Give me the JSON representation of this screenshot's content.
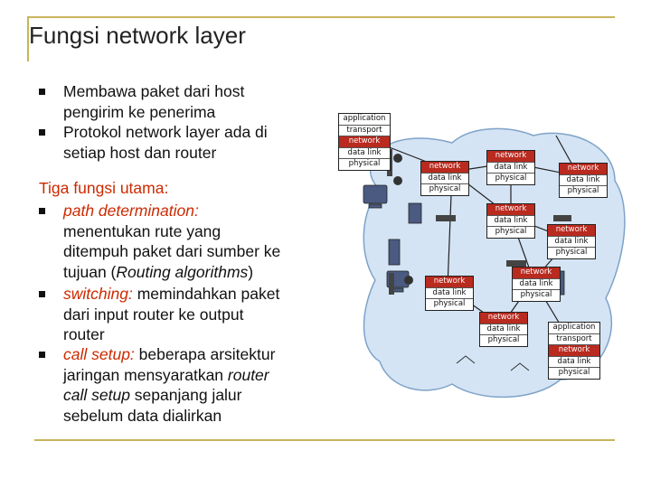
{
  "title": "Fungsi network layer",
  "bullets_top": [
    {
      "line1": "Membawa paket dari host",
      "line2": "pengirim ke penerima"
    },
    {
      "line1": "Protokol network layer ada di",
      "line2": "setiap host dan router"
    }
  ],
  "subheading": "Tiga fungsi utama:",
  "functions": [
    {
      "term": "path determination:",
      "lines": [
        "menentukan rute yang",
        "ditempuh paket dari sumber ke"
      ],
      "last_pre": "tujuan (",
      "last_italic": "Routing algorithms",
      "last_post": ")"
    },
    {
      "term": "switching:",
      "after": " memindahkan paket",
      "lines": [
        "dari input router ke output",
        "router"
      ]
    },
    {
      "term": "call setup:",
      "after": " beberapa arsitektur",
      "line2_pre": "jaringan mensyaratkan ",
      "line2_italic": "router",
      "line3_italic": "call setup",
      "line3_post": " sepanjang jalur",
      "line4": "sebelum data dialirkan"
    }
  ],
  "host_stack": [
    "application",
    "transport",
    "network",
    "data link",
    "physical"
  ],
  "router_stack": [
    "network",
    "data link",
    "physical"
  ],
  "colors": {
    "frame": "#c8b45a",
    "accent": "#cc2a00",
    "network_layer": "#b92a1f",
    "cloud": "#d4e4f4"
  }
}
